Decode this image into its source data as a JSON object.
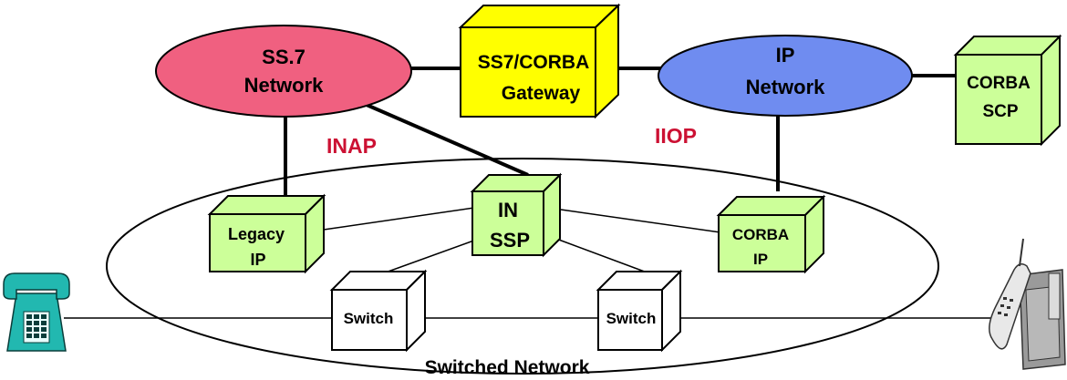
{
  "nodes": {
    "ss7_network": {
      "line1": "SS.7",
      "line2": "Network",
      "color": "#f06080"
    },
    "gateway": {
      "line1": "SS7/CORBA",
      "line2": "Gateway",
      "color": "#ffff00"
    },
    "ip_network": {
      "line1": "IP",
      "line2": "Network",
      "color": "#6f8cf0"
    },
    "corba_scp": {
      "line1": "CORBA",
      "line2": "SCP",
      "color": "#ccff99"
    },
    "legacy_ip": {
      "line1": "Legacy",
      "line2": "IP",
      "color": "#ccff99"
    },
    "in_ssp": {
      "line1": "IN",
      "line2": "SSP",
      "color": "#ccff99"
    },
    "corba_ip": {
      "line1": "CORBA",
      "line2": "IP",
      "color": "#ccff99"
    },
    "switch_left": {
      "label": "Switch",
      "color": "#ffffff"
    },
    "switch_right": {
      "label": "Switch",
      "color": "#ffffff"
    }
  },
  "protocols": {
    "inap": "INAP",
    "iiop": "IIOP",
    "color": "#cc1133"
  },
  "switched_network": {
    "label": "Switched Network"
  },
  "icons": {
    "left_terminal": "desk-telephone-icon",
    "right_terminal": "cordless-phone-icon"
  }
}
